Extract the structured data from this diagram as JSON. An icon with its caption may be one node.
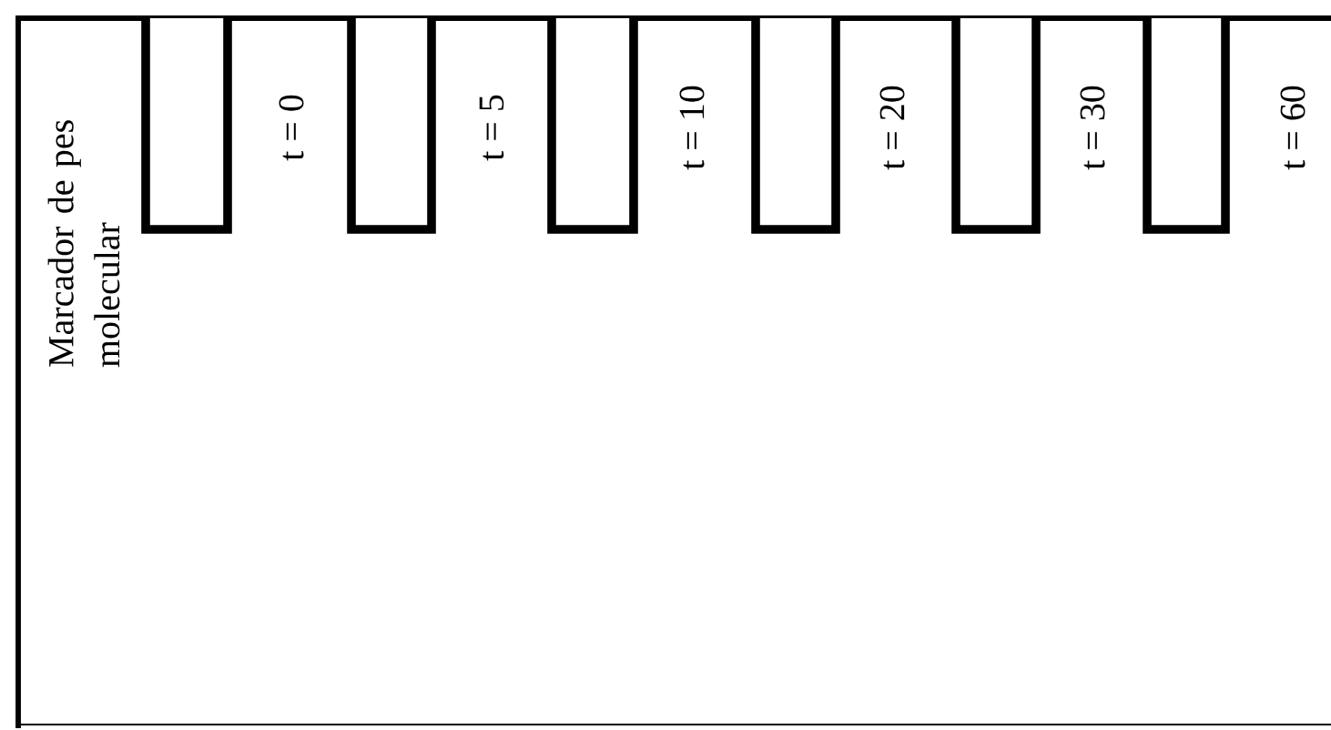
{
  "diagram": {
    "labels": [
      "Marcador de pes molecular",
      "t = 0",
      "t = 5",
      "t = 10",
      "t = 20",
      "t = 30",
      "t = 60"
    ]
  }
}
